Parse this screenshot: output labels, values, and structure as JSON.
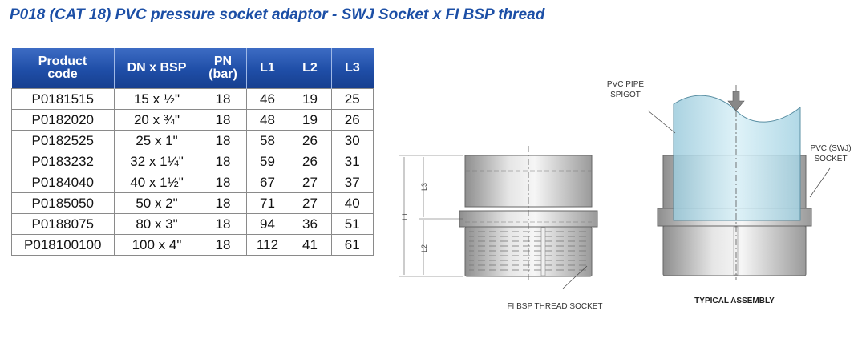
{
  "title": "P018 (CAT 18)  PVC pressure socket adaptor - SWJ Socket x FI BSP thread",
  "table": {
    "headers": [
      [
        "Product",
        "code"
      ],
      [
        "DN x BSP",
        ""
      ],
      [
        "PN",
        "(bar)"
      ],
      [
        "L1",
        ""
      ],
      [
        "L2",
        ""
      ],
      [
        "L3",
        ""
      ]
    ],
    "rows": [
      [
        "P0181515",
        "15 x ½\"",
        "18",
        "46",
        "19",
        "25"
      ],
      [
        "P0182020",
        "20 x ¾\"",
        "18",
        "48",
        "19",
        "26"
      ],
      [
        "P0182525",
        "25 x 1\"",
        "18",
        "58",
        "26",
        "30"
      ],
      [
        "P0183232",
        "32 x 1¼\"",
        "18",
        "59",
        "26",
        "31"
      ],
      [
        "P0184040",
        "40 x 1½\"",
        "18",
        "67",
        "27",
        "37"
      ],
      [
        "P0185050",
        "50 x 2\"",
        "18",
        "71",
        "27",
        "40"
      ],
      [
        "P0188075",
        "80 x 3\"",
        "18",
        "94",
        "36",
        "51"
      ],
      [
        "P018100100",
        "100 x 4\"",
        "18",
        "112",
        "41",
        "61"
      ]
    ]
  },
  "drawing": {
    "dim_l1": "L1",
    "dim_l2": "L2",
    "dim_l3": "L3",
    "label_thread": "FI BSP THREAD SOCKET",
    "label_spigot_1": "PVC PIPE",
    "label_spigot_2": "SPIGOT",
    "label_socket_1": "PVC (SWJ)",
    "label_socket_2": "SOCKET",
    "label_assembly": "TYPICAL ASSEMBLY"
  },
  "colors": {
    "title": "#1c4fa6",
    "header_bg": "#1f4ea7",
    "pipe": "#bfe3ef"
  }
}
